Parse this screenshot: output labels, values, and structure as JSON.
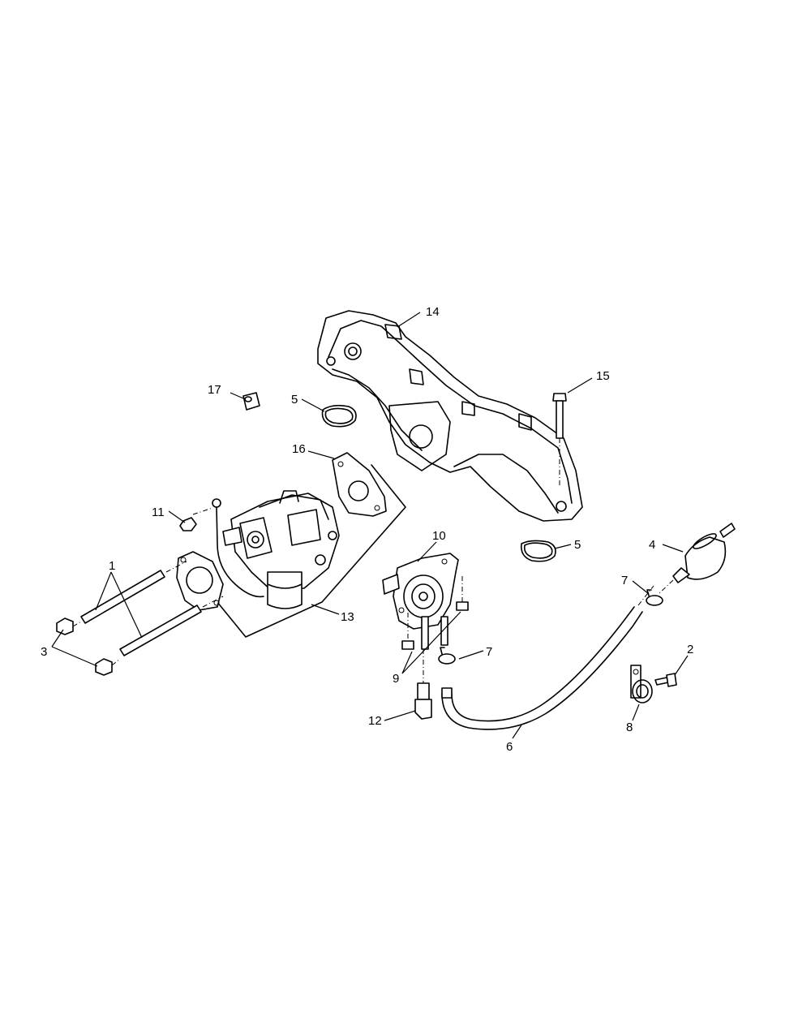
{
  "callouts": {
    "c1": "1",
    "c2": "2",
    "c3": "3",
    "c4": "4",
    "c5a": "5",
    "c5b": "5",
    "c6": "6",
    "c7a": "7",
    "c7b": "7",
    "c8": "8",
    "c9": "9",
    "c10": "10",
    "c11": "11",
    "c12": "12",
    "c13": "13",
    "c14": "14",
    "c15": "15",
    "c16": "16",
    "c17": "17"
  }
}
